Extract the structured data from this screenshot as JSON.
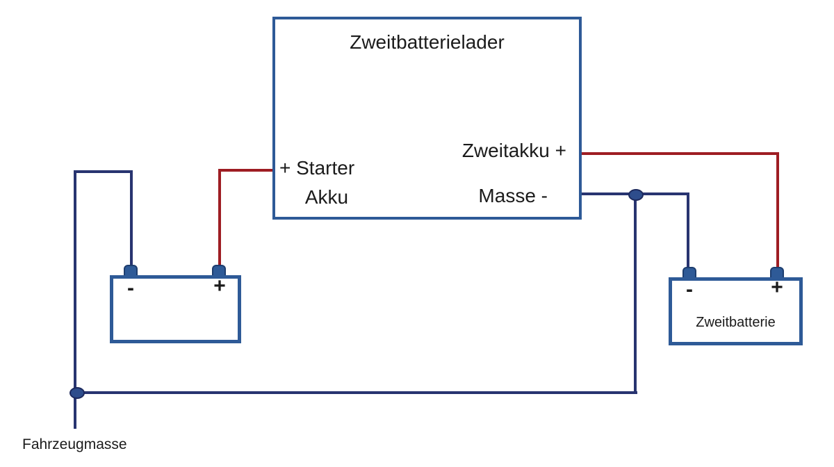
{
  "colors": {
    "background": "#ffffff",
    "box_border": "#2e5a97",
    "wire_negative": "#283470",
    "wire_positive": "#9e1d23",
    "terminal_fill": "#2e5a97",
    "junction_fill": "#2e4d8c",
    "text": "#1b1b1b"
  },
  "charger": {
    "title": "Zweitbatterielader",
    "input_label_line1": "+ Starter",
    "input_label_line2": "Akku",
    "output_positive_label": "Zweitakku +",
    "output_ground_label": "Masse -"
  },
  "starter_battery": {
    "negative_terminal": "-",
    "positive_terminal": "+"
  },
  "second_battery": {
    "name": "Zweitbatterie",
    "negative_terminal": "-",
    "positive_terminal": "+"
  },
  "ground": {
    "label": "Fahrzeugmasse"
  }
}
